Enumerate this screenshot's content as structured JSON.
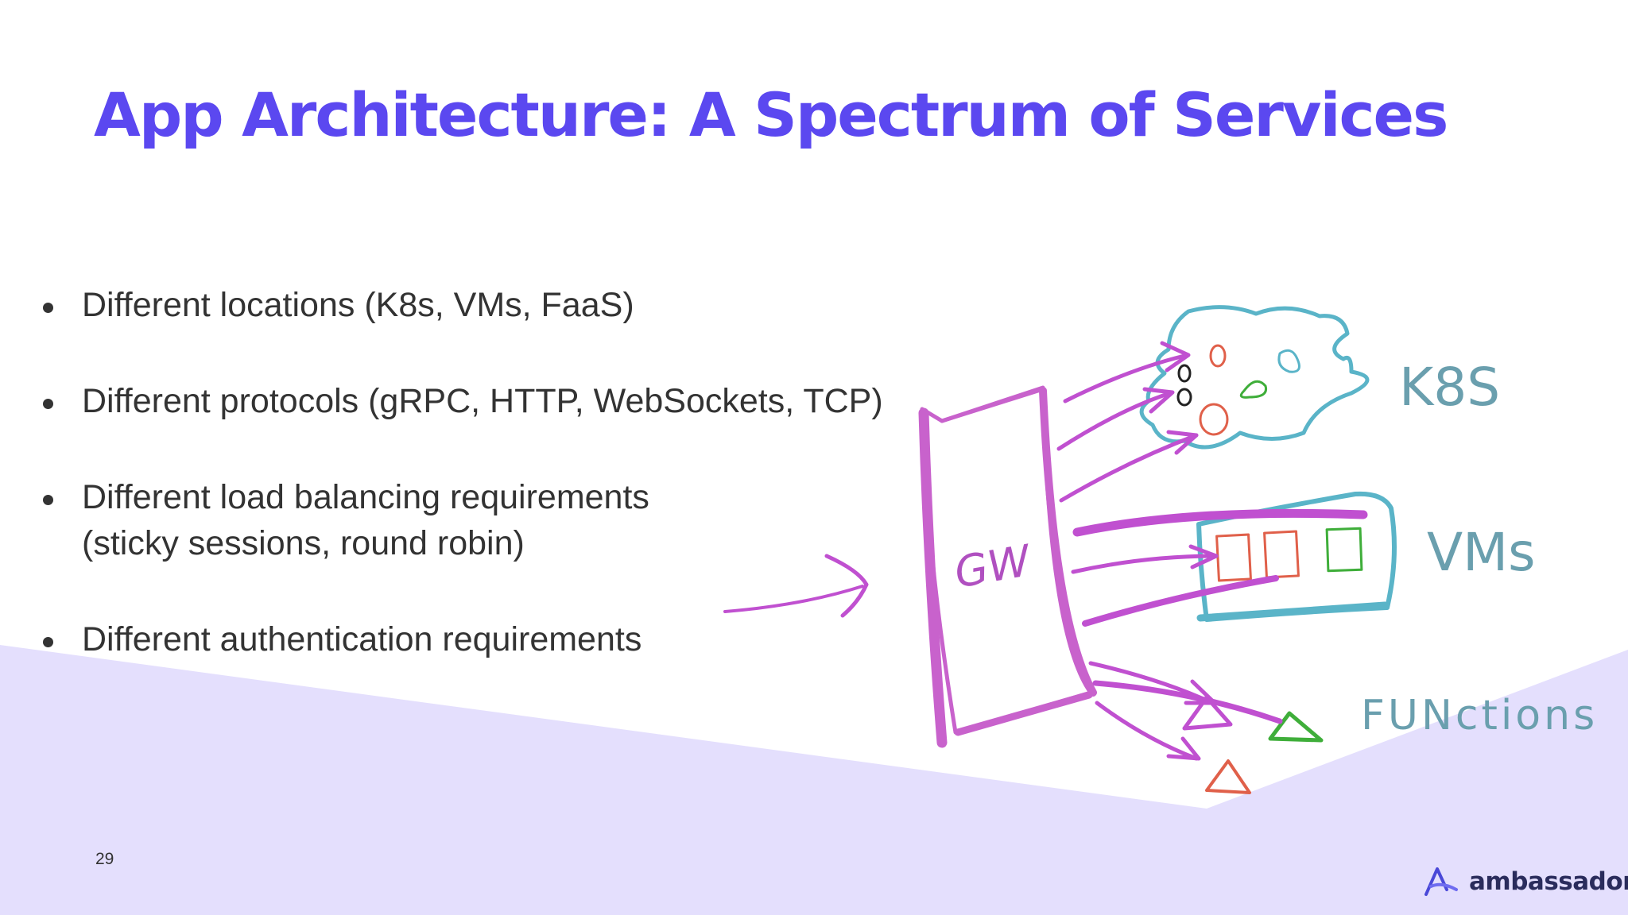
{
  "slide": {
    "title": "App Architecture: A Spectrum of Services",
    "bullets": [
      {
        "lines": [
          "Different locations (K8s, VMs, FaaS)"
        ]
      },
      {
        "lines": [
          "Different protocols (gRPC, HTTP, WebSockets, TCP)"
        ]
      },
      {
        "lines": [
          "Different load balancing requirements",
          "(sticky sessions, round robin)"
        ]
      },
      {
        "lines": [
          "Different authentication requirements"
        ]
      }
    ],
    "page_number": "29"
  },
  "diagram": {
    "gateway_label": "GW",
    "k8s_label": "K8S",
    "vms_label": "VMs",
    "functions_label": "FUNctions",
    "colors": {
      "gateway": "#c862cc",
      "cloud": "#5ab4c8",
      "red": "#e0604a",
      "green": "#3fae3a",
      "label": "#6a9fae",
      "arrow": "#c050d0"
    }
  },
  "logo": {
    "name": "ambassador",
    "icon": "ambassador-logo-icon",
    "color": "#2a2c5c"
  },
  "background": {
    "accent": "#e4dffd"
  }
}
